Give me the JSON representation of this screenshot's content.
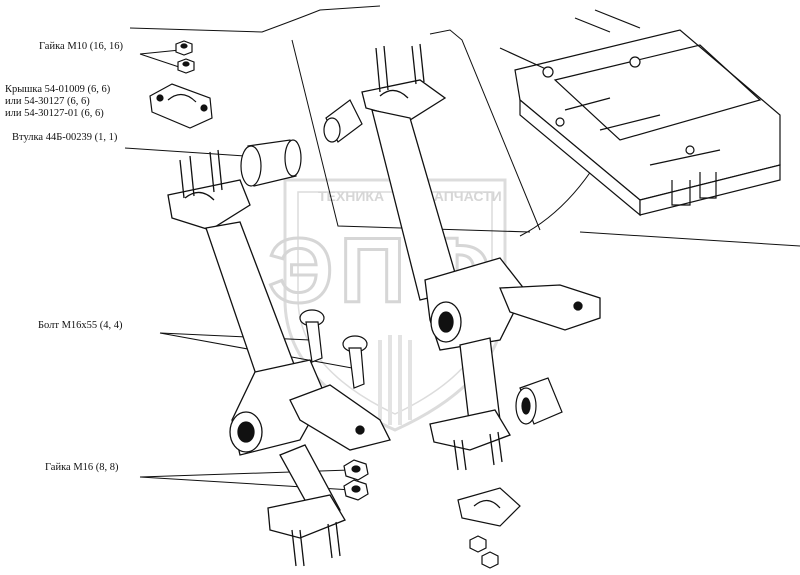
{
  "labels": {
    "nut_m10": "Гайка М10 (16, 16)",
    "cover_line1": "Крышка 54-01009 (6, 6)",
    "cover_line2": "или 54-30127 (6, 6)",
    "cover_line3": "или 54-30127-01 (6, 6)",
    "bushing": "Втулка 44Б-00239 (1, 1)",
    "bolt": "Болт М16х55 (4, 4)",
    "nut_m16": "Гайка М16 (8, 8)"
  },
  "watermark": {
    "brand_left": "ТЕХНИКА",
    "brand_right": "ЗАПЧАСТИ",
    "logo": "ЭПФ"
  },
  "colors": {
    "ink": "#111111",
    "watermark": "#d9d9d9",
    "paper": "#ffffff"
  }
}
